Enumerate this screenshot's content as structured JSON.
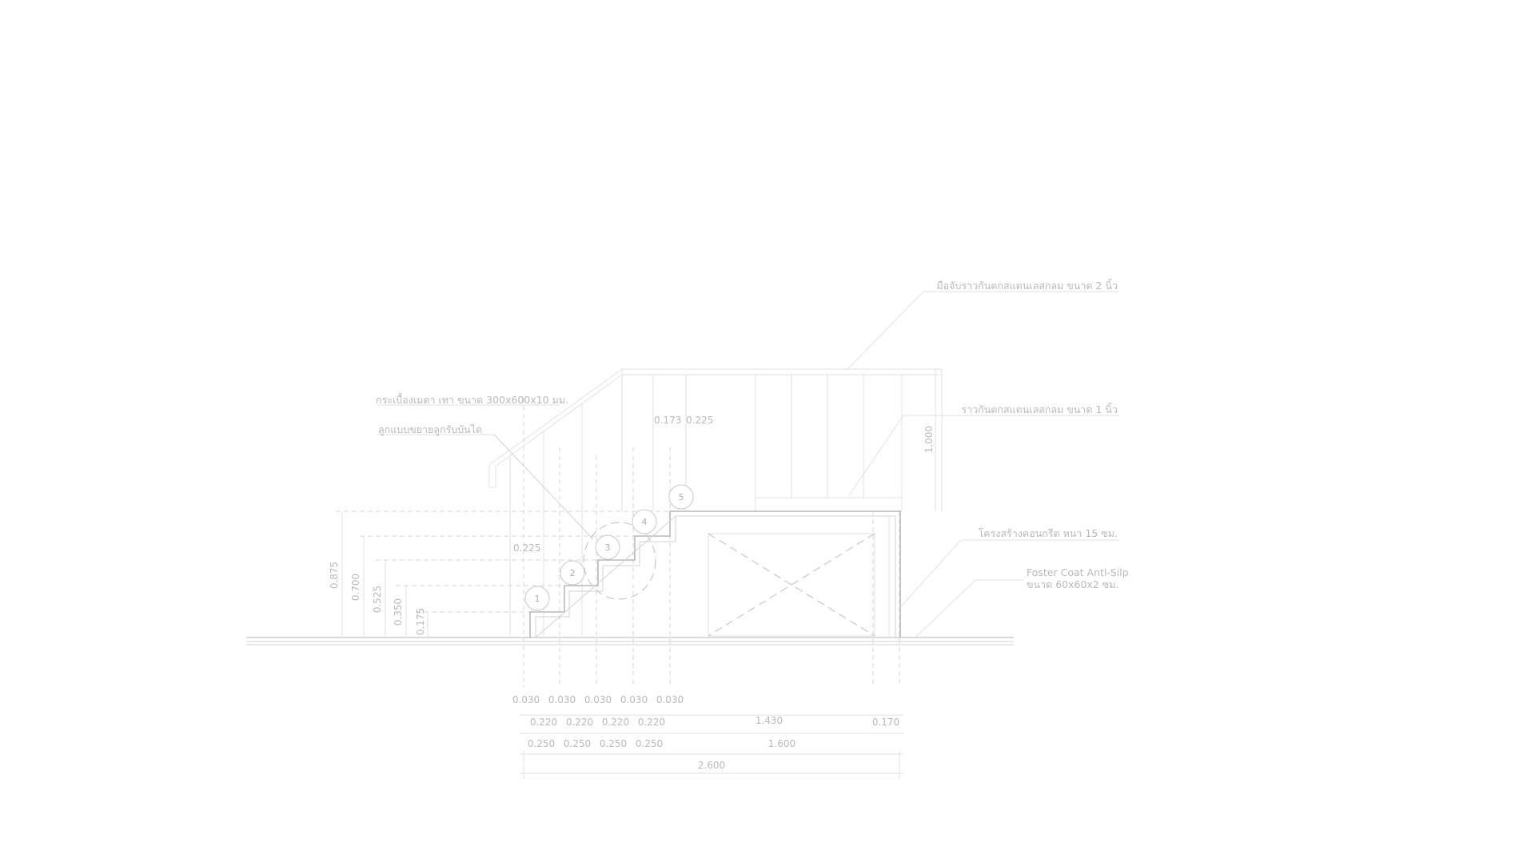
{
  "notes": {
    "handrail": "มือจับราวกันตกสแตนเลสกลม ขนาด 2 นิ้ว",
    "tile": "กระเบื้องเมตา เทา ขนาด 300x600x10 มม.",
    "nosing": "ลูกแบบขยายลูกรับบันได",
    "guardrail": "ราวกันตกสแตนเลสกลม ขนาด 1 นิ้ว",
    "concrete": "โครงสร้างคอนกรีต หนา 15 ซม.",
    "floor_line1": "Foster Coat Anti-Silp",
    "floor_line2": "ขนาด 60x60x2 ซม."
  },
  "step_numbers": [
    "1",
    "2",
    "3",
    "4",
    "5"
  ],
  "vertical_dims": {
    "h1": "0.875",
    "h2": "0.700",
    "h3": "0.525",
    "h4": "0.350",
    "h5": "0.175",
    "rail": "1.000"
  },
  "inner_dims": {
    "riser_a": "0.173",
    "tread_a": "0.225",
    "tread_b": "0.225"
  },
  "bottom_dims": {
    "row1": [
      "0.030",
      "0.030",
      "0.030",
      "0.030",
      "0.030"
    ],
    "row2": [
      "0.220",
      "0.220",
      "0.220",
      "0.220",
      "1.430",
      "0.170"
    ],
    "row3": [
      "0.250",
      "0.250",
      "0.250",
      "0.250",
      "1.600"
    ],
    "total": "2.600"
  }
}
